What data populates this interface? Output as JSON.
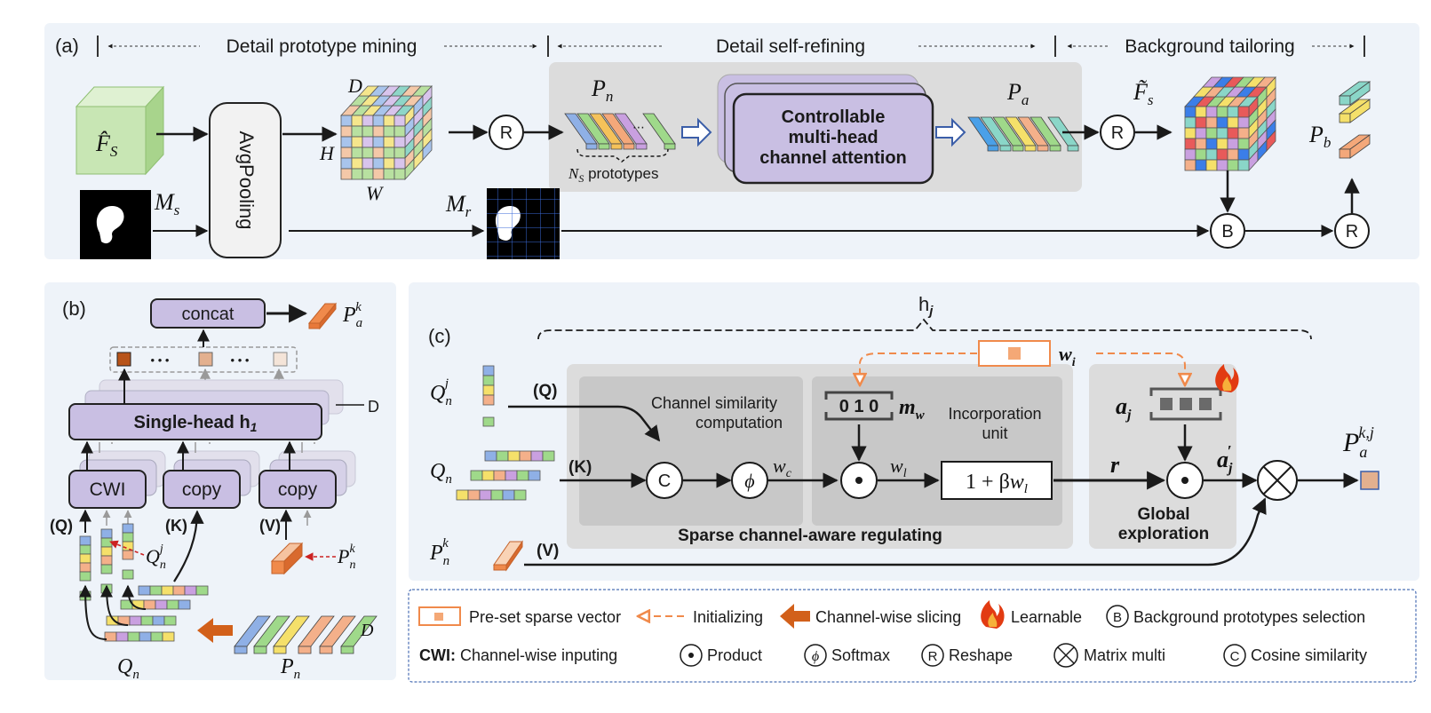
{
  "panel_a": {
    "tag": "(a)",
    "stage_mining": "Detail prototype mining",
    "stage_refining": "Detail self-refining",
    "stage_tailoring": "Background tailoring",
    "fs_hat": "F̂",
    "fs_hat_sub": "S",
    "ms": "M",
    "ms_sub": "s",
    "avgpool": "AvgPooling",
    "dim_d": "D",
    "dim_h": "H",
    "dim_w": "W",
    "pn": "P",
    "pn_sub": "n",
    "ns_prefix": "N",
    "ns_sub": "S",
    "ns_suffix": " prototypes",
    "attn_line1": "Controllable",
    "attn_line2": "multi-head",
    "attn_line3": "channel attention",
    "pa": "P",
    "pa_sub": "a",
    "fs_tilde": "F̃",
    "fs_tilde_sub": "s",
    "pb": "P",
    "pb_sub": "b",
    "mr": "M",
    "mr_sub": "r",
    "op_r": "R",
    "op_b": "B"
  },
  "panel_b": {
    "tag": "(b)",
    "concat": "concat",
    "pak": "P",
    "pak_sub": "a",
    "pak_sup": "k",
    "dots": "• • •",
    "single_head": "Single-head h",
    "single_head_sub": "1",
    "dim_d": "D",
    "cwi": "CWI",
    "copy1": "copy",
    "copy2": "copy",
    "q": "(Q)",
    "k": "(K)",
    "v": "(V)",
    "qnj": "Q",
    "qnj_sub": "n",
    "qnj_sup": "j",
    "pnk": "P",
    "pnk_sub": "n",
    "pnk_sup": "k",
    "qn": "Q",
    "qn_sub": "n",
    "pn": "P",
    "pn_sub": "n",
    "pn_dim": "D"
  },
  "panel_c": {
    "tag": "(c)",
    "hj": "h",
    "hj_sub": "j",
    "wi": "w",
    "wi_sub": "i",
    "qnj": "Q",
    "qnj_sub": "n",
    "qnj_sup": "j",
    "q": "(Q)",
    "qn": "Q",
    "qn_sub": "n",
    "k": "(K)",
    "pnk": "P",
    "pnk_sub": "n",
    "pnk_sup": "k",
    "v": "(V)",
    "chan_sim_1": "Channel similarity",
    "chan_sim_2": "computation",
    "mask_bits": "0 1 0",
    "mw": "m",
    "mw_sub": "w",
    "incorp_1": "Incorporation",
    "incorp_2": "unit",
    "aj": "a",
    "aj_sub": "j",
    "op_c": "C",
    "op_phi": "ϕ",
    "wc": "w",
    "wc_sub": "c",
    "wl": "w",
    "wl_sub": "l",
    "formula_a": "1 + β",
    "formula_w": "w",
    "formula_sub": "l",
    "r": "r",
    "aj_prime": "a",
    "aj_prime_sub": "j",
    "aj_prime_sup": "′",
    "global_1": "Global",
    "global_2": "exploration",
    "sparse_label": "Sparse channel-aware regulating",
    "pakj": "P",
    "pakj_sub": "a",
    "pakj_sup": "k,j"
  },
  "legend": {
    "preset": "Pre-set sparse vector",
    "init": "Initializing",
    "slicing": "Channel-wise slicing",
    "learnable": "Learnable",
    "bg_select": "Background prototypes selection",
    "cwi_key": "CWI:",
    "cwi_desc": "Channel-wise inputing",
    "product": "Product",
    "softmax": "Softmax",
    "reshape": "Reshape",
    "matmul": "Matrix multi",
    "cosine": "Cosine similarity",
    "sym_b": "B",
    "sym_phi": "ϕ",
    "sym_r": "R",
    "sym_c": "C"
  },
  "colors": {
    "panel_bg": "#eef3f9",
    "gray_box": "#dcdcdc",
    "purple": "#c9bfe3",
    "purple_edge": "#4a4a4a",
    "orange": "#f08a4b",
    "green_cube": "#c8e6b4",
    "legend_border": "#4b6fb5",
    "arrow_blue": "#3b5ea8"
  }
}
